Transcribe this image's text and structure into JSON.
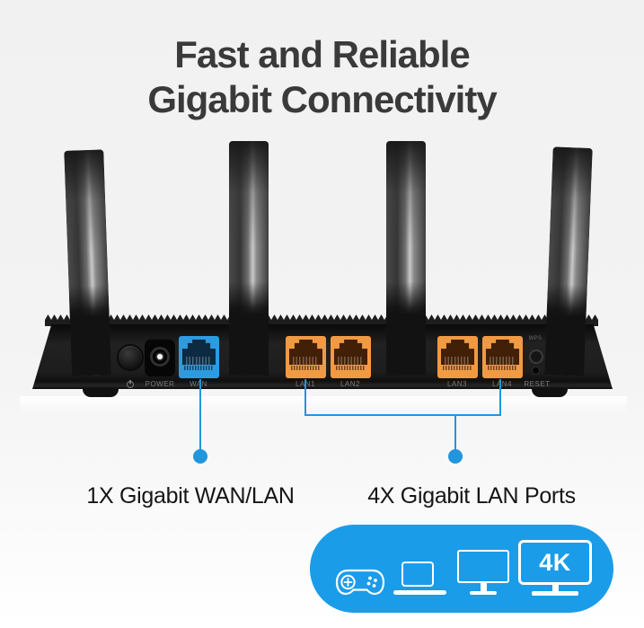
{
  "title": {
    "line1": "Fast and Reliable",
    "line2": "Gigabit Connectivity"
  },
  "router": {
    "labels": {
      "power": "POWER",
      "wan": "WAN",
      "lan1": "LAN1",
      "lan2": "LAN2",
      "lan3": "LAN3",
      "lan4": "LAN4",
      "reset": "RESET",
      "wps": "WPS"
    }
  },
  "callouts": {
    "wan_label": "1X Gigabit WAN/LAN",
    "lan_label": "4X Gigabit LAN Ports"
  },
  "badge": {
    "tv_label": "4K"
  },
  "colors": {
    "accent": "#2196dd",
    "pill": "#1b9ce9",
    "wan": "#2e9be0",
    "lan": "#f19a44",
    "title": "#3a3a3a"
  }
}
